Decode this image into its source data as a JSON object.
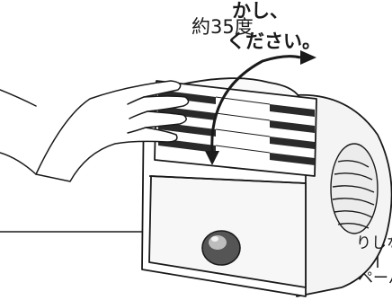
{
  "instruction": {
    "line1": "かし、",
    "line2": "ください。"
  },
  "angle_label": "約35度",
  "note": {
    "line1": "りしない",
    "line2": "ペーパ"
  },
  "colors": {
    "outline": "#1a1a1a",
    "louver_dark": "#2a2a2a",
    "body": "#ffffff"
  },
  "icons": [
    "hand-icon",
    "rotation-arrow-icon",
    "fan-unit-icon",
    "power-knob-icon",
    "fan-grille-icon"
  ]
}
